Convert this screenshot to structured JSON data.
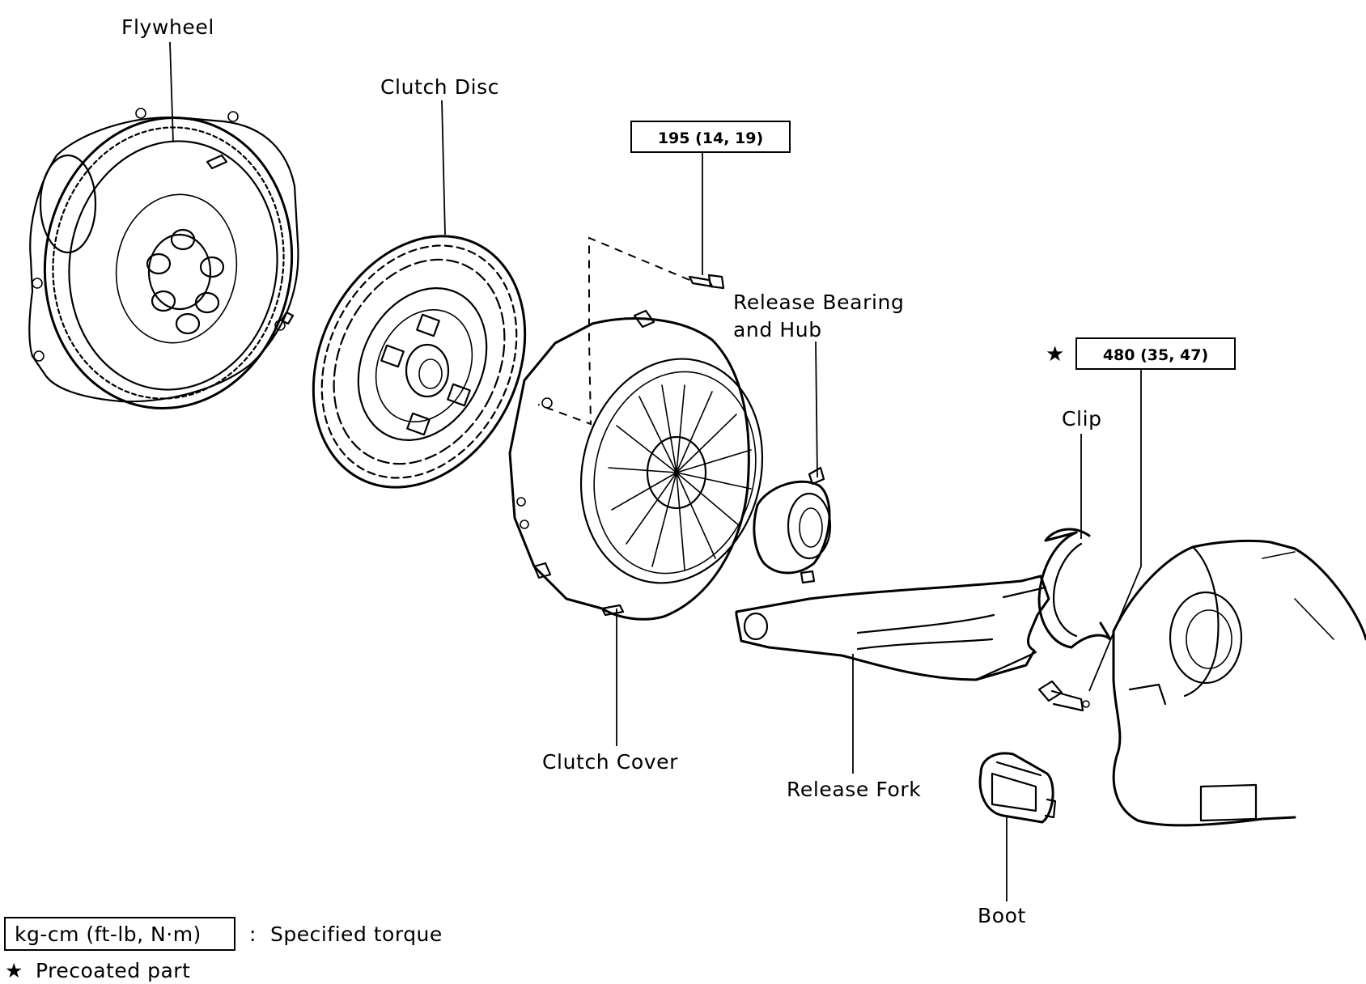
{
  "labels": {
    "flywheel": "Flywheel",
    "clutch_disc": "Clutch Disc",
    "release_bearing_line1": "Release Bearing",
    "release_bearing_line2": "and Hub",
    "clip": "Clip",
    "clutch_cover": "Clutch Cover",
    "release_fork": "Release Fork",
    "boot": "Boot"
  },
  "torque_specs": {
    "bolt_195": "195 (14, 19)",
    "bolt_480": "480 (35, 47)",
    "star_symbol": "★"
  },
  "legend": {
    "torque_box": "kg-cm (ft-lb, N·m)",
    "colon": ":",
    "torque_text": "Specified torque",
    "star": "★",
    "precoated_text": "Precoated part"
  }
}
